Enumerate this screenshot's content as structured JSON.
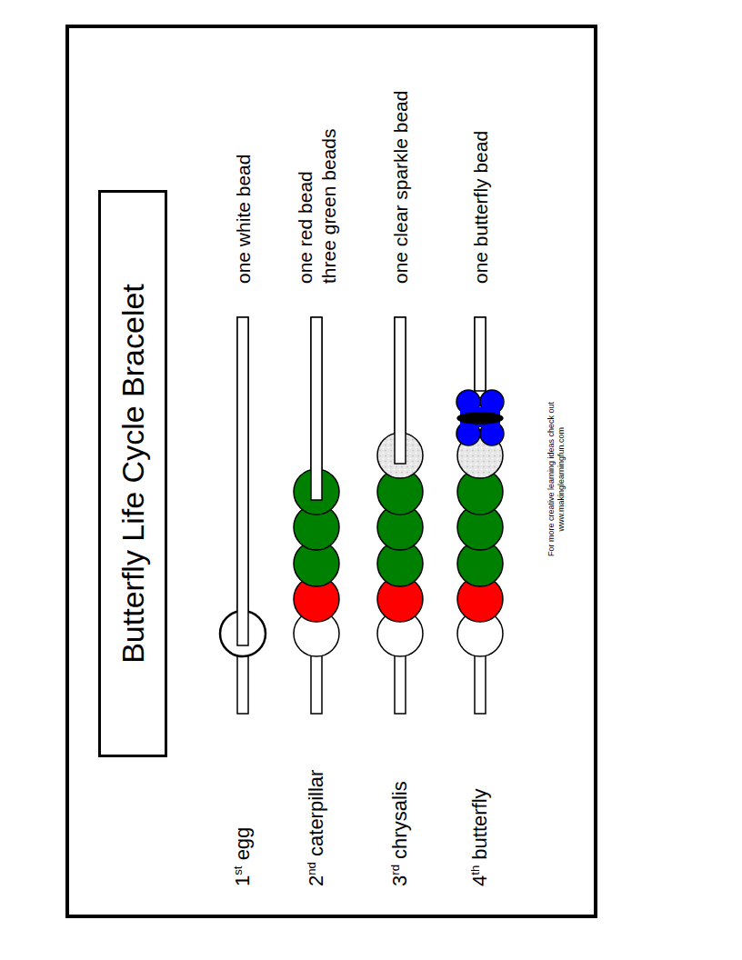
{
  "diagram": {
    "title": "Butterfly Life Cycle Bracelet",
    "labels": [
      "1st egg",
      "2nd caterpillar",
      "3rd chrysalis",
      "4th butterfly",
      "one white bead",
      "one red bead",
      "three green beads",
      "one clear sparkle bead",
      "one butterfly bead",
      "For more creative learning ideas check out",
      "www.makinglearningfun.com"
    ]
  }
}
